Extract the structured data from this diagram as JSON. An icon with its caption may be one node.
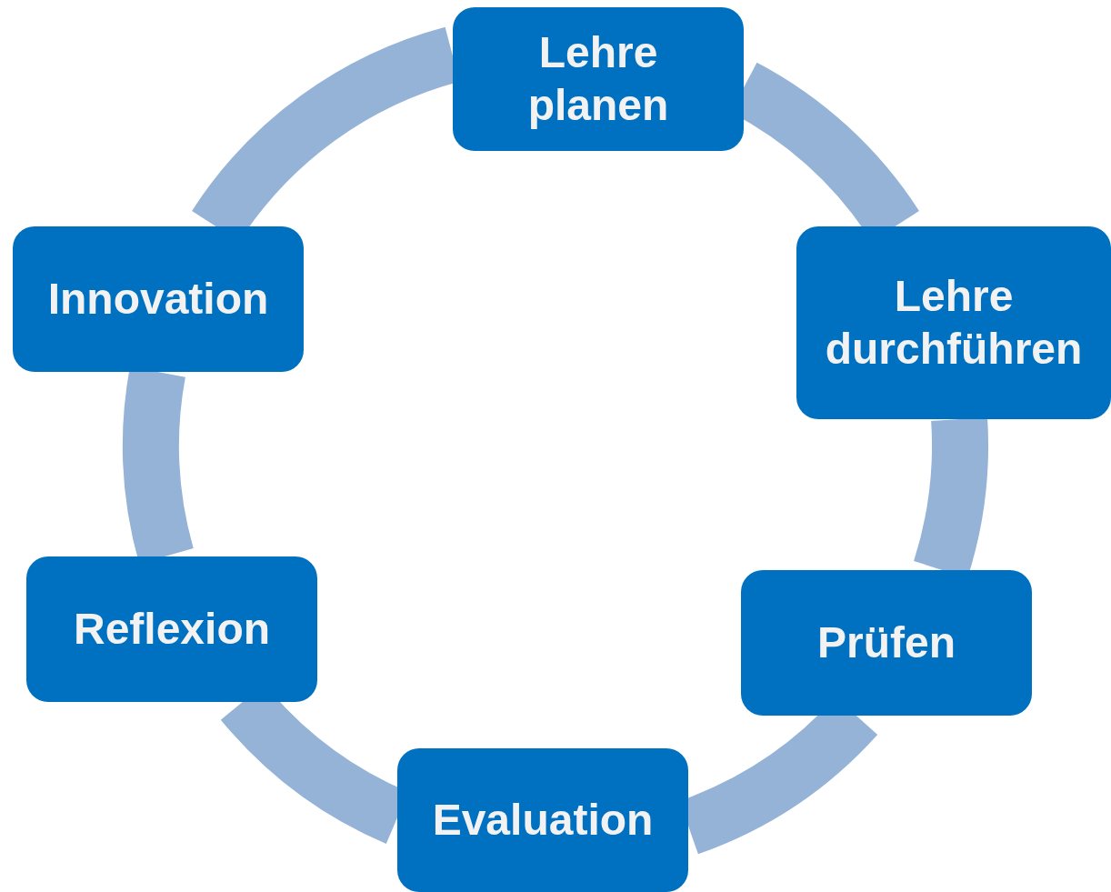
{
  "diagram": {
    "nodes": [
      {
        "text": [
          "Lehre planen"
        ]
      },
      {
        "text": [
          "Lehre durchführen"
        ]
      },
      {
        "text": [
          "Prüfen"
        ]
      },
      {
        "text": [
          "Evaluation"
        ]
      },
      {
        "text": [
          "Reflexion"
        ]
      },
      {
        "text": [
          "Innovation"
        ]
      }
    ],
    "edges": [
      {
        "from": 0,
        "to": 1,
        "arrow": "none"
      },
      {
        "from": 1,
        "to": 2,
        "arrow": "none"
      },
      {
        "from": 2,
        "to": 3,
        "arrow": "none"
      },
      {
        "from": 3,
        "to": 4,
        "arrow": "none"
      },
      {
        "from": 4,
        "to": 5,
        "arrow": "none"
      },
      {
        "from": 5,
        "to": 0,
        "arrow": "none"
      }
    ]
  }
}
